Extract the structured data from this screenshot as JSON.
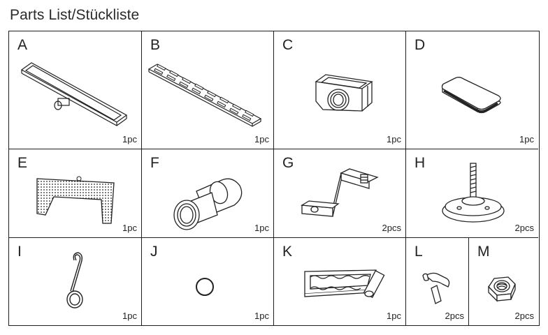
{
  "title": "Parts List/Stückliste",
  "parts": [
    {
      "letter": "A",
      "qty": "1pc",
      "icon": "channel-drain-body-icon"
    },
    {
      "letter": "B",
      "qty": "1pc",
      "icon": "slotted-grate-icon"
    },
    {
      "letter": "C",
      "qty": "1pc",
      "icon": "siphon-trap-box-icon"
    },
    {
      "letter": "D",
      "qty": "1pc",
      "icon": "rubber-pad-icon"
    },
    {
      "letter": "E",
      "qty": "1pc",
      "icon": "perforated-insert-icon"
    },
    {
      "letter": "F",
      "qty": "1pc",
      "icon": "pipe-connector-icon"
    },
    {
      "letter": "G",
      "qty": "2pcs",
      "icon": "mounting-bracket-icon"
    },
    {
      "letter": "H",
      "qty": "2pcs",
      "icon": "adjustable-foot-icon"
    },
    {
      "letter": "I",
      "qty": "1pc",
      "icon": "lifting-hook-icon"
    },
    {
      "letter": "J",
      "qty": "1pc",
      "icon": "o-ring-icon"
    },
    {
      "letter": "K",
      "qty": "1pc",
      "icon": "sealing-frame-icon"
    },
    {
      "letter": "L",
      "qty": "2pcs",
      "icon": "wing-clip-icon"
    },
    {
      "letter": "M",
      "qty": "2pcs",
      "icon": "hex-nut-icon"
    }
  ]
}
